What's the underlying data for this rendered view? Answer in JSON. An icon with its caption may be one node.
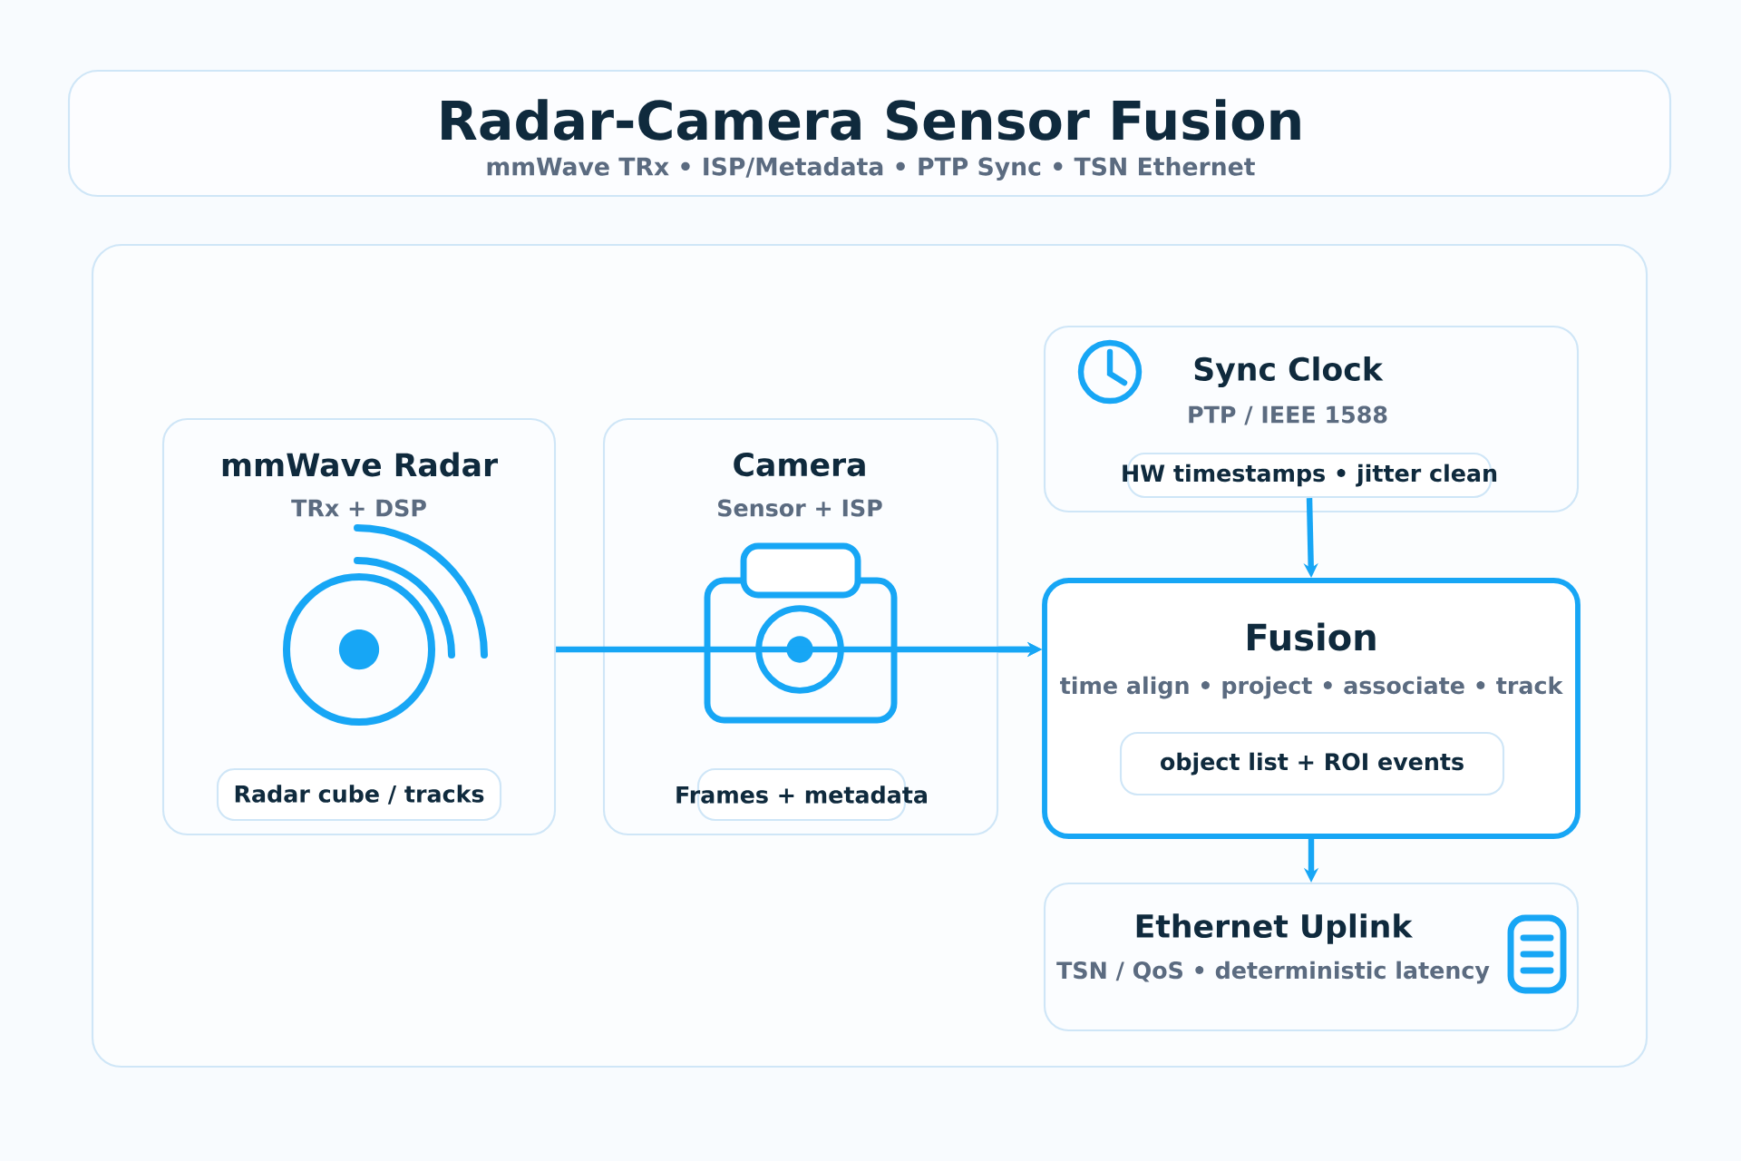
{
  "diagram": {
    "title": "Radar-Camera Sensor Fusion",
    "nodes": [
      {
        "text": [],
        "shape": "box"
      },
      {
        "text": [
          "mmWave Radar",
          "TRx + DSP"
        ],
        "in": 0
      },
      {
        "text": [
          "Radar cube / tracks"
        ],
        "in": 1
      },
      {
        "text": [
          "Camera",
          "Sensor + ISP"
        ],
        "in": 0
      },
      {
        "text": [
          "Frames + metadata"
        ],
        "in": 3
      },
      {
        "text": [
          "Sync Clock",
          "PTP / IEEE 1588"
        ],
        "in": 0
      },
      {
        "text": [
          "HW timestamps • jitter clean"
        ],
        "in": 5
      },
      {
        "text": [
          "Fusion",
          "time align • project • associate • track"
        ],
        "in": 0
      },
      {
        "text": [
          "object list + ROI events"
        ],
        "in": 7
      },
      {
        "text": [
          "Ethernet Uplink",
          "TSN / QoS • deterministic latency"
        ],
        "in": 0
      }
    ],
    "edges": [
      {
        "from": 1,
        "to": 7,
        "arrow": "to"
      },
      {
        "from": 3,
        "to": 7,
        "arrow": "to"
      },
      {
        "from": 6,
        "to": 7,
        "arrow": "to"
      },
      {
        "from": 7,
        "to": 9,
        "arrow": "to"
      }
    ],
    "labels": [
      "mmWave TRx • ISP/Metadata • PTP Sync • TSN Ethernet"
    ]
  }
}
